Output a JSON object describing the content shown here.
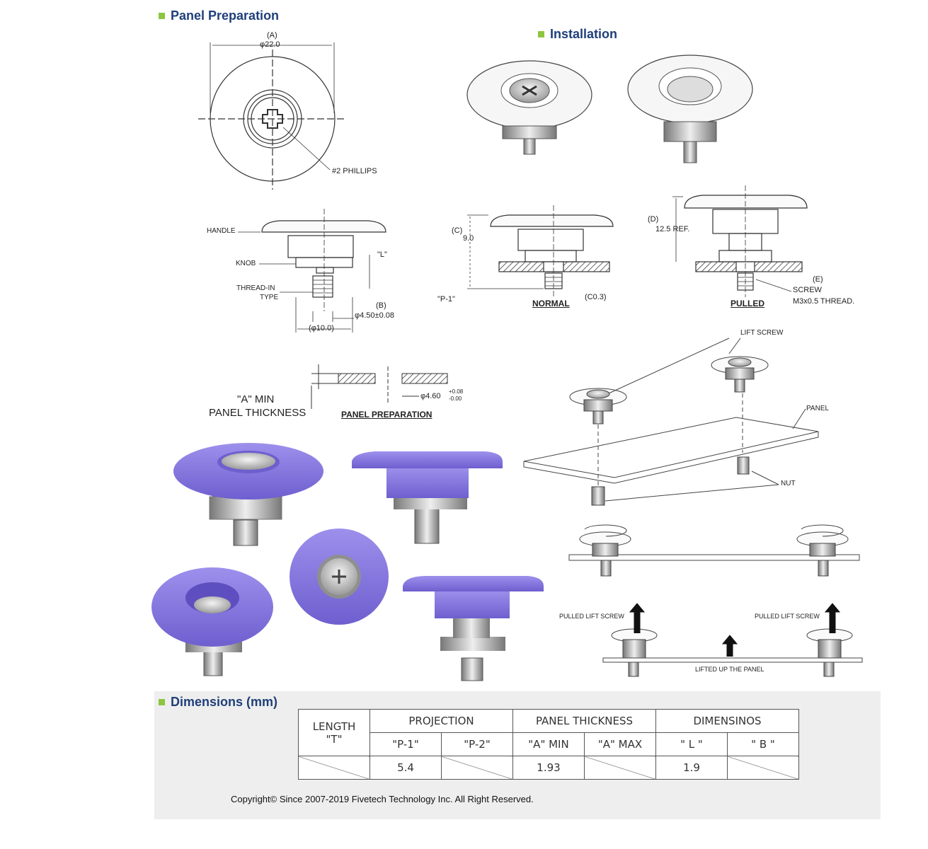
{
  "sections": {
    "panel_preparation": "Panel Preparation",
    "installation": "Installation",
    "dimensions": "Dimensions (mm)"
  },
  "labels": {
    "a_label": "(A)",
    "a_value": "φ22.0",
    "phillips": "#2 PHILLIPS",
    "handle": "HANDLE",
    "knob": "KNOB",
    "thread_in": "THREAD-IN",
    "type": "TYPE",
    "l": "\"L\"",
    "b_label": "(B)",
    "b_value": "φ4.50±0.08",
    "phi10": "(φ10.0)",
    "c_label": "(C)",
    "c_value": "9.0",
    "p1": "\"P-1\"",
    "normal": "NORMAL",
    "c03": "(C0.3)",
    "d_label": "(D)",
    "d_value": "12.5 REF.",
    "pulled": "PULLED",
    "e_label": "(E)",
    "screw": "SCREW",
    "thread": "M3x0.5 THREAD.",
    "a_min": "\"A\" MIN",
    "panel_thickness": "PANEL THICKNESS",
    "hole": "φ4.60",
    "hole_tol_plus": "+0.08",
    "hole_tol_minus": "-0.00",
    "panel_prep_caption": "PANEL PREPARATION",
    "lift_screw": "LIFT SCREW",
    "panel": "PANEL",
    "nut": "NUT",
    "pulled_lift_screw_left": "PULLED LIFT SCREW",
    "pulled_lift_screw_right": "PULLED LIFT SCREW",
    "lifted_up": "LIFTED UP THE PANEL"
  },
  "table": {
    "length": "LENGTH",
    "t": "\"T\"",
    "projection": "PROJECTION",
    "panel_thickness": "PANEL THICKNESS",
    "dimensions": "DIMENSINOS",
    "p1": "\"P-1\"",
    "p2": "\"P-2\"",
    "a_min": "\"A\" MIN",
    "a_max": "\"A\" MAX",
    "l": "\" L \"",
    "b": "\" B \"",
    "row": {
      "p1": "5.4",
      "a_min": "1.93",
      "l": "1.9"
    }
  },
  "copyright": "Copyright© Since 2007-2019 Fivetech Technology Inc. All Right Reserved.",
  "colors": {
    "accent": "#8cc63f",
    "title": "#1f3f7a",
    "purple": "#8a7be0",
    "purple_dark": "#6a5bc8"
  }
}
